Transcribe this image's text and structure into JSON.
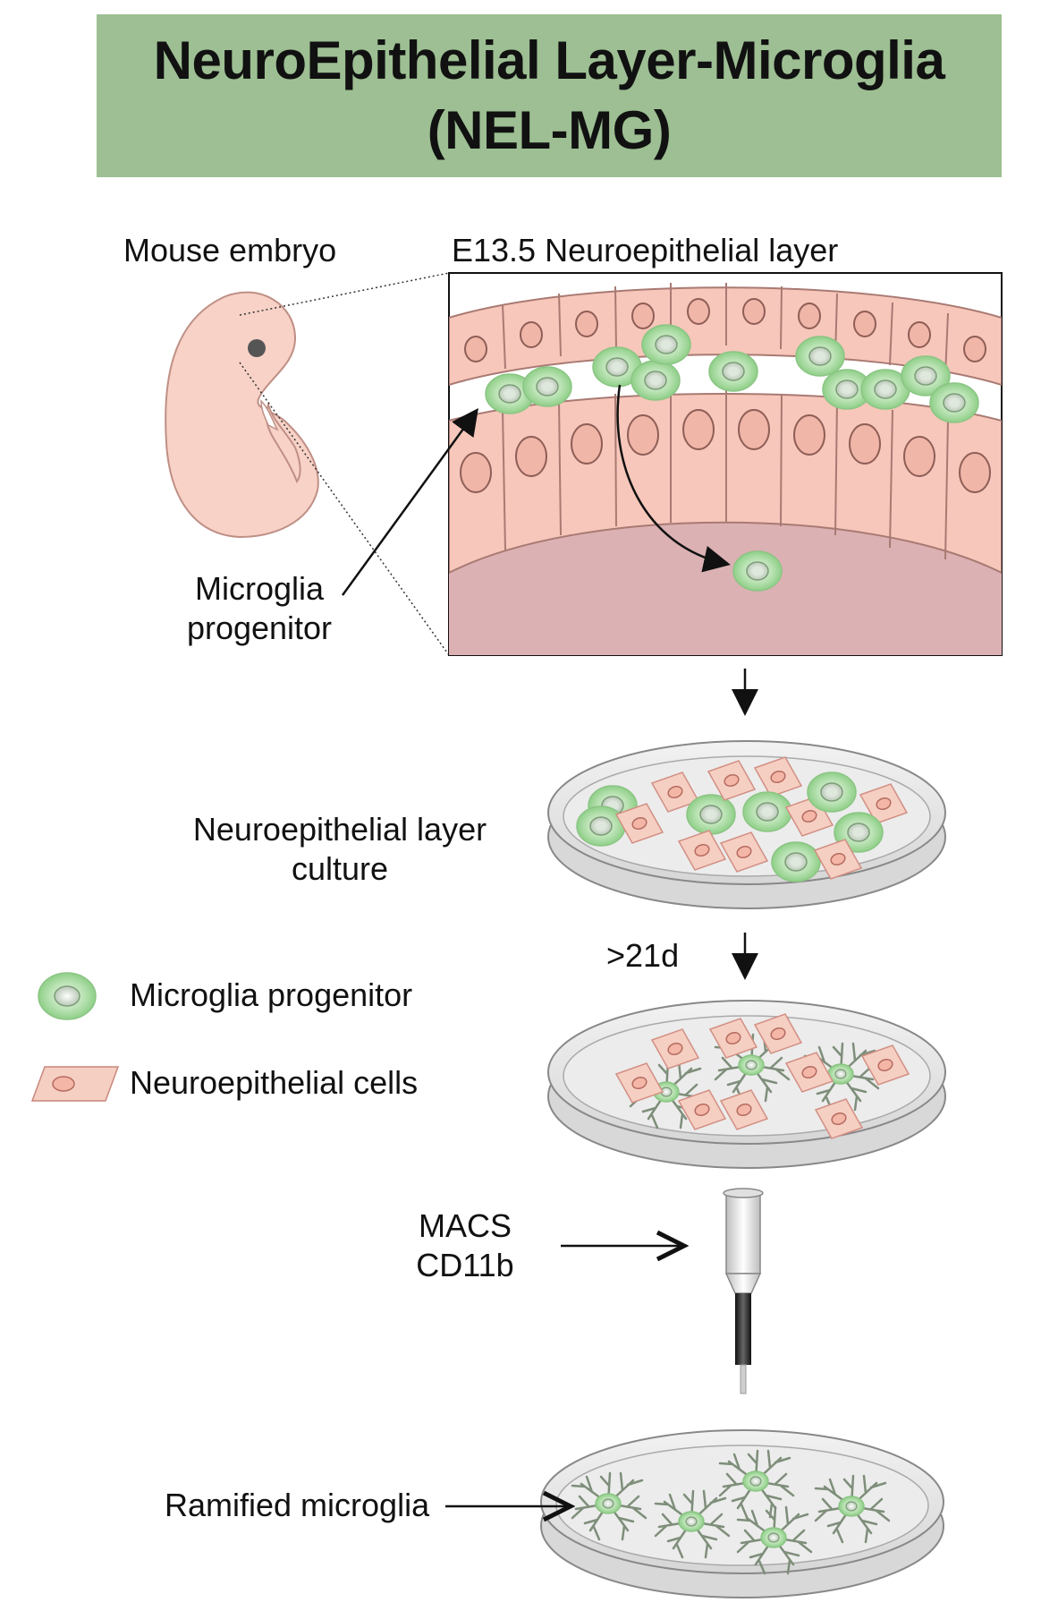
{
  "title": {
    "line1": "NeuroEpithelial Layer-Microglia",
    "line2": "(NEL-MG)"
  },
  "labels": {
    "mouse_embryo": "Mouse embryo",
    "neuroepithelial_layer": "E13.5 Neuroepithelial layer",
    "microglia_progenitor_line1": "Microglia",
    "microglia_progenitor_line2": "progenitor",
    "culture_line1": "Neuroepithelial layer",
    "culture_line2": "culture",
    "duration": ">21d",
    "macs_line1": "MACS",
    "macs_line2": "CD11b",
    "ramified": "Ramified microglia"
  },
  "legend": {
    "items": [
      {
        "label": "Microglia progenitor",
        "icon": "green-cell-icon"
      },
      {
        "label": "Neuroepithelial cells",
        "icon": "pink-cell-icon"
      }
    ]
  },
  "colors": {
    "header_bg": "#9dbf93",
    "microglia_green": "#9fd49a",
    "neuroepithelial_pink": "#f6c7ba",
    "lumen": "#dbb1b3",
    "dish_gray": "#e6e6e6"
  }
}
